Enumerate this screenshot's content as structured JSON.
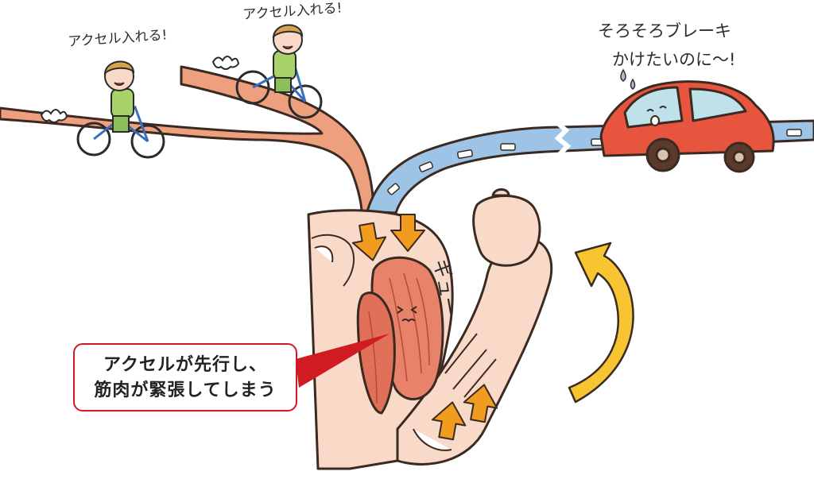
{
  "speech": {
    "cyclist_low": "アクセル入れる!",
    "cyclist_high": "アクセル入れる!",
    "car_line1": "そろそろブレーキ",
    "car_line2": "かけたいのに〜!",
    "muscle_sound": "ギュー"
  },
  "callout": {
    "line1": "アクセルが先行し、",
    "line2": "筋肉が緊張してしまう"
  },
  "colors": {
    "road_orange": "#eea07e",
    "road_blue": "#9dc4e6",
    "arrow_orange": "#f29c1f",
    "curve_arrow": "#f6c531",
    "car_red": "#e8553e",
    "callout_red": "#d11b22",
    "skin": "#f9d9c7",
    "muscle": "#e8826a"
  },
  "icons": [
    "bicycle-icon",
    "child-rider-icon",
    "car-icon",
    "flexed-arm-icon",
    "biceps-muscle-icon",
    "curved-arrow-icon"
  ]
}
